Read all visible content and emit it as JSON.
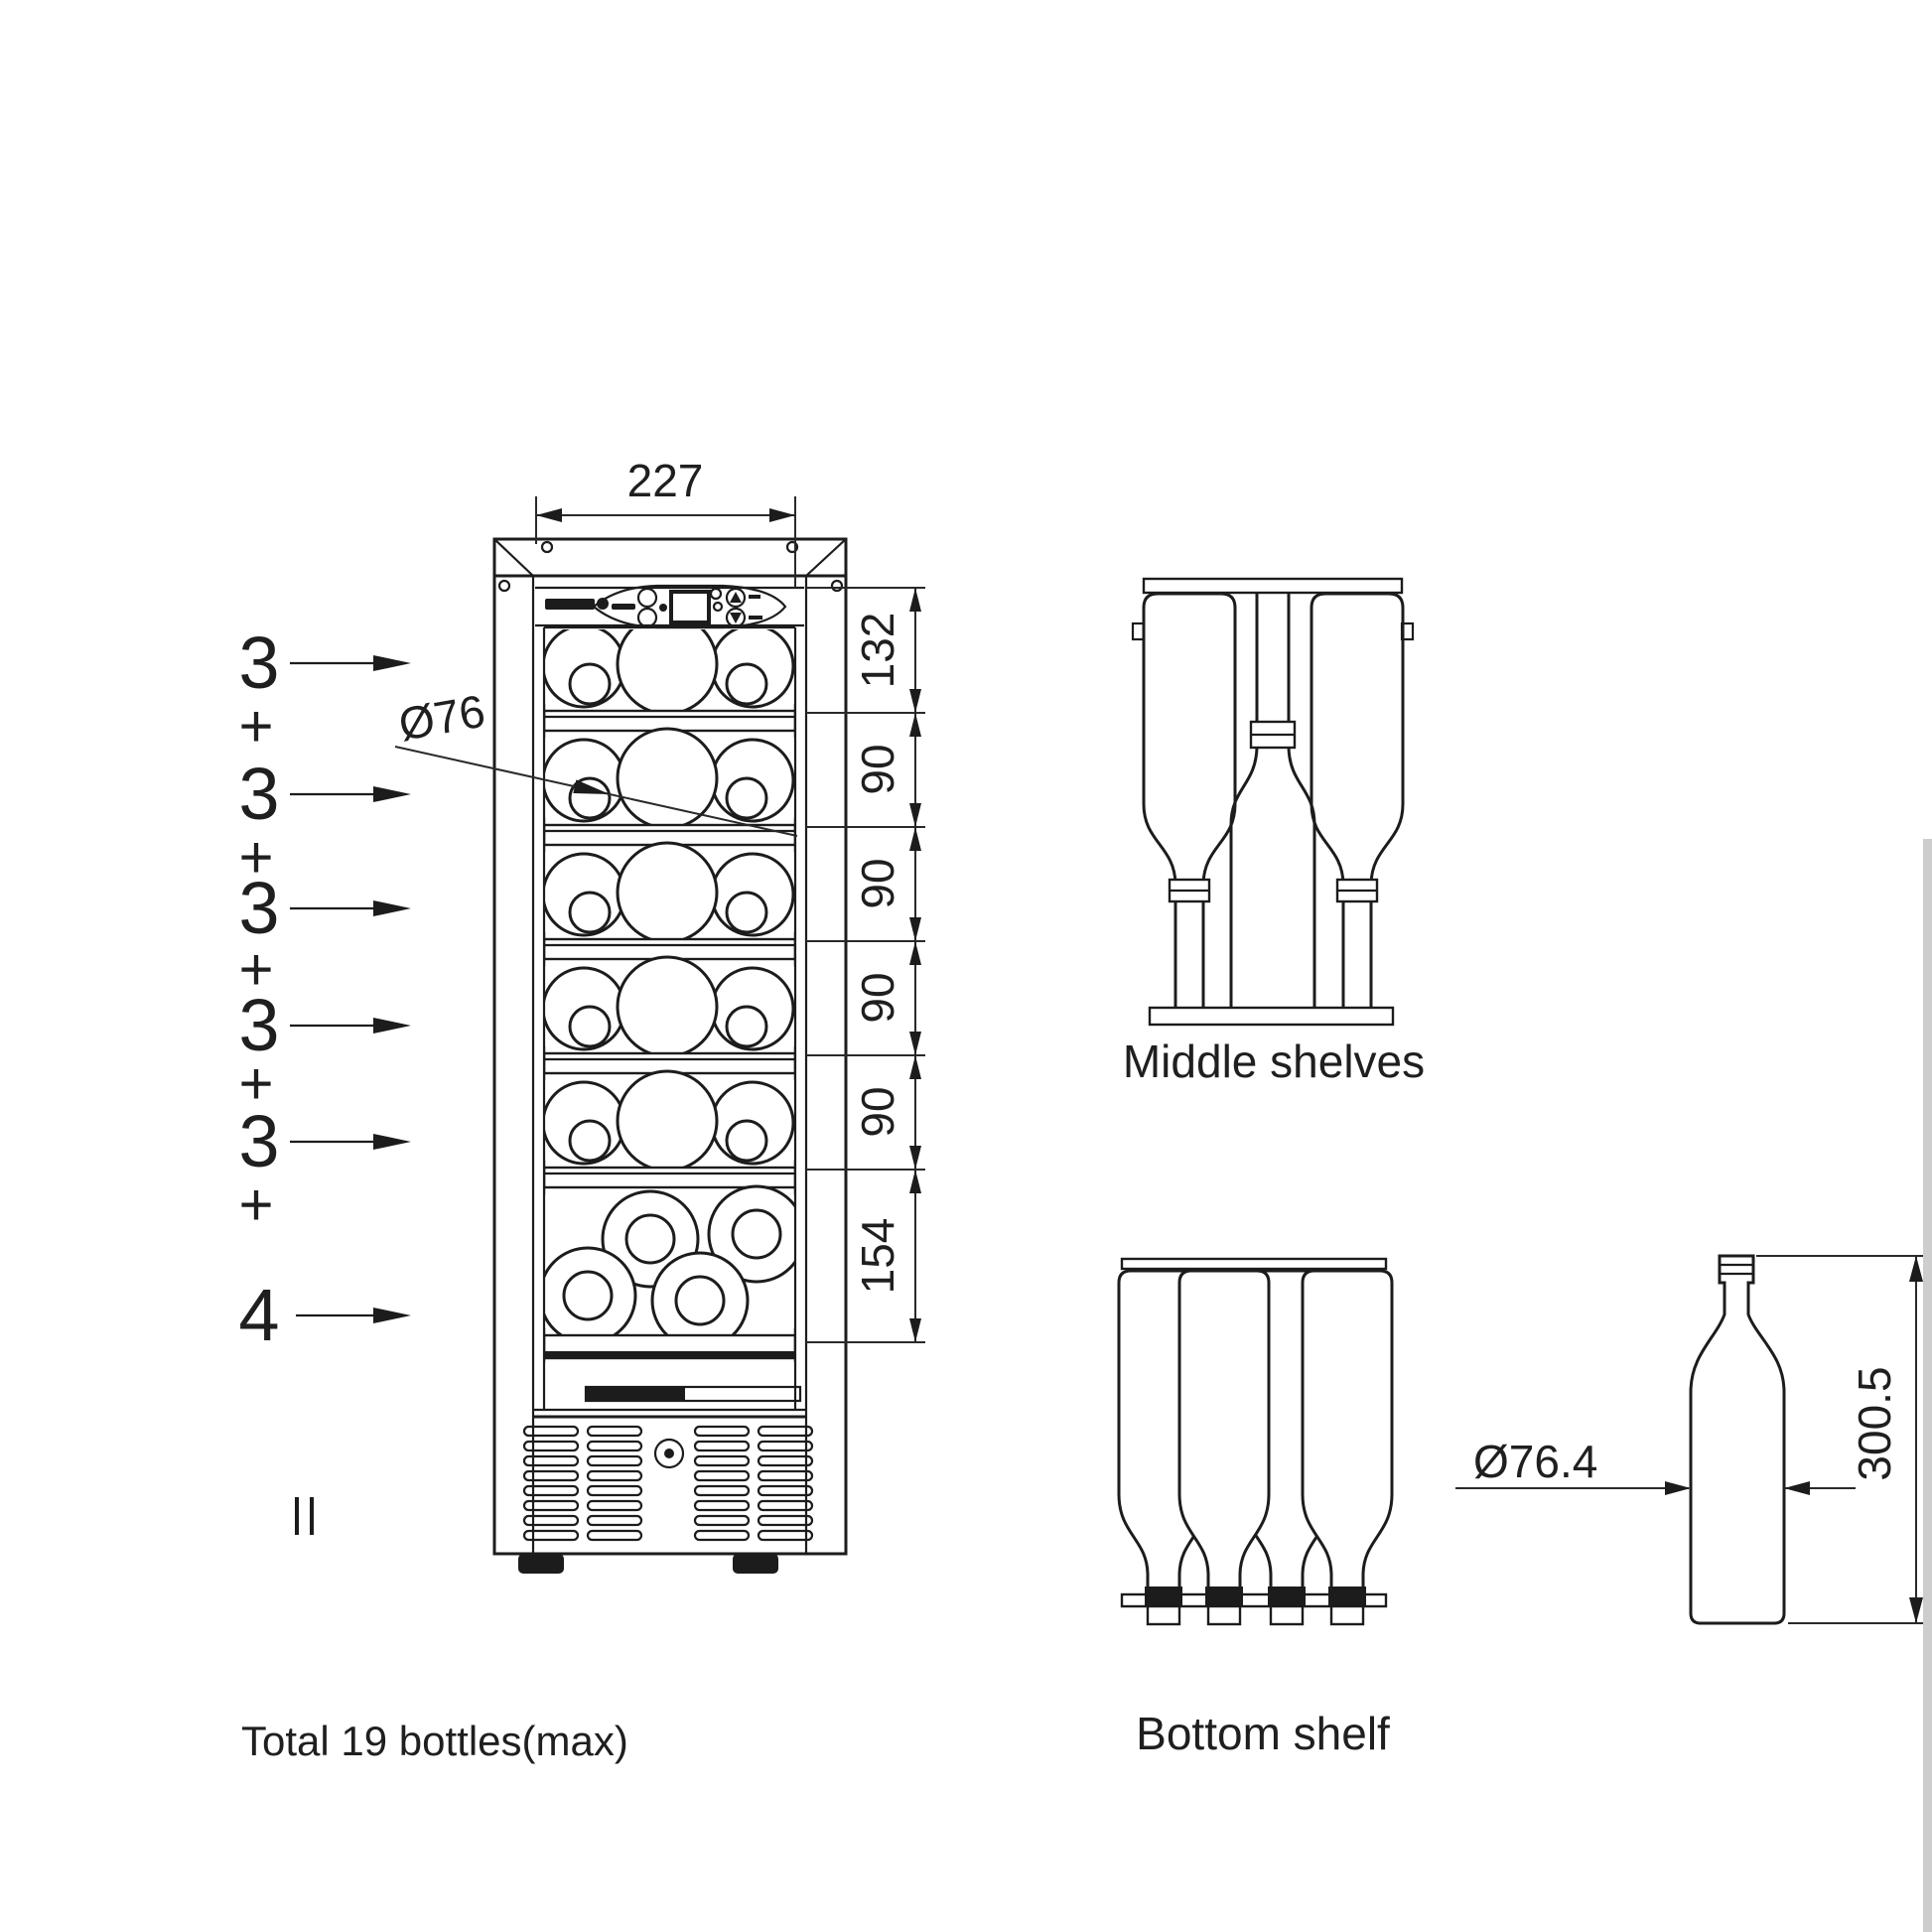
{
  "front_view": {
    "width_dim": "227",
    "diameter_label": "Ø76",
    "section_dims": [
      "132",
      "90",
      "90",
      "90",
      "90",
      "154"
    ],
    "row_counts": [
      "3",
      "3",
      "3",
      "3",
      "3",
      "4"
    ],
    "plus_symbol": "+",
    "total_label": "Total 19 bottles(max)"
  },
  "middle_shelves": {
    "label": "Middle shelves"
  },
  "bottom_shelf": {
    "label": "Bottom shelf"
  },
  "bottle_detail": {
    "diameter_dim": "Ø76.4",
    "height_dim": "300.5"
  },
  "colors": {
    "line": "#1c1c1c",
    "background": "#ffffff"
  }
}
